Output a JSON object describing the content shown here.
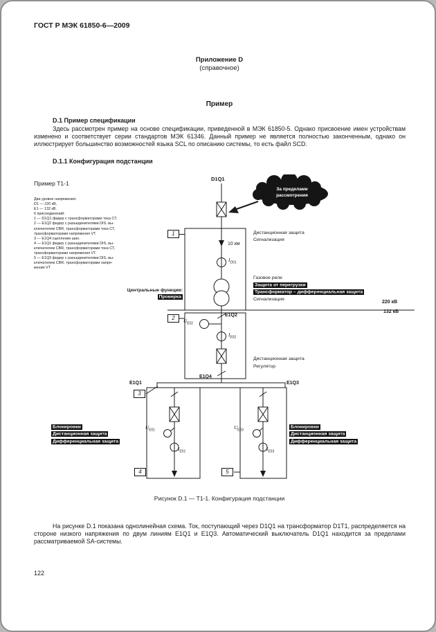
{
  "colors": {
    "ink": "#1a1a1a",
    "highlight_bg": "#111111",
    "highlight_text": "#ffffff"
  },
  "page": {
    "header": "ГОСТ Р МЭК 61850-6—2009",
    "number": "122"
  },
  "appendix": {
    "label": "Приложение D",
    "kind": "(справочное)",
    "title": "Пример"
  },
  "d1": {
    "heading": "D.1 Пример спецификации",
    "body": "Здесь рассмотрен пример на основе спецификации, приведенной в МЭК 61850-5. Однако присвоение имен устройствам изменено и соответствует серии стандартов МЭК 61346. Данный пример не является полностью законченным, однако он иллюстрирует большинство возможностей языка SCL по описанию системы, то есть файл SCD.",
    "d11_heading": "D.1.1 Конфигурация подстанции"
  },
  "figure": {
    "example": "Пример Т1-1",
    "caption": "Рисунок D.1 — Т1-1. Конфигурация подстанции",
    "notes": [
      "Два уровня напряжения:",
      "D1 — 220 кВ,",
      "E1 — 132 кВ.",
      "",
      "6 присоединений:",
      "1 — D1Q1 фидер с трансформаторами тока CT,",
      "2 — E1Q2 фидер с разъединителями DIS, вы-",
      "ключателем CBR, трансформаторами тока CT,",
      "трансформаторами напряжения VT.",
      "3 — E1Q4 сцепление шин.",
      "4 — E1Q1 фидер с разъединителями DIS, вы-",
      "ключателем CBR, трансформаторами тока CT,",
      "трансформаторами напряжения VT.",
      "5 — E1Q3 фидер с разъединителями DIS, вы-",
      "ключателем CBR, трансформаторами напря-",
      "жения VT"
    ],
    "cloud": {
      "line1": "За пределами",
      "line2": "рассмотрения"
    },
    "bays": {
      "b1": "1",
      "b2": "2",
      "b3": "3",
      "b4": "4",
      "b5": "5"
    },
    "equipment": {
      "d1q1": "D1Q1",
      "e1q2": "E1Q2",
      "e1q1": "E1Q1",
      "e1q4": "E1Q4",
      "e1q3": "E1Q3",
      "line_length": "10 км",
      "kv220": "220 кВ",
      "kv132": "132 кВ"
    },
    "meas": {
      "id01": {
        "sym": "I",
        "sub": "D01"
      },
      "ue02": {
        "sym": "U",
        "sub": "E02"
      },
      "ie02": {
        "sym": "I",
        "sub": "E02"
      },
      "ue01": {
        "sym": "U",
        "sub": "E01"
      },
      "ie01": {
        "sym": "I",
        "sub": "E01"
      },
      "ue03": {
        "sym": "U",
        "sub": "E03"
      },
      "ie03": {
        "sym": "I",
        "sub": "E03"
      }
    },
    "functions": {
      "bay1": [
        "Дистанционная защита",
        "Сигнализация"
      ],
      "transformer": [
        "Газовое реле",
        "Защита от перегрузки",
        "Трансформатор – дифференциальная защита",
        "Сигнализация"
      ],
      "central_title": "Центральные функции:",
      "central_item": "Проверка",
      "bay2": [
        "Дистанционная защита",
        "Регулятор"
      ],
      "left": [
        "Блокировки",
        "Дистанционная защита",
        "Дифференциальная защита"
      ],
      "right": [
        "Блокировки",
        "Дистанционная защита",
        "Дифференциальная защита"
      ]
    }
  },
  "closing": "На рисунке D.1 показана однолинейная схема. Ток, поступающий через D1Q1 на трансформатор D1T1, распределяется на стороне низкого напряжения по двум линиям E1Q1 и E1Q3. Автоматический выключатель D1Q1 находится за пределами рассматриваемой SA-системы."
}
